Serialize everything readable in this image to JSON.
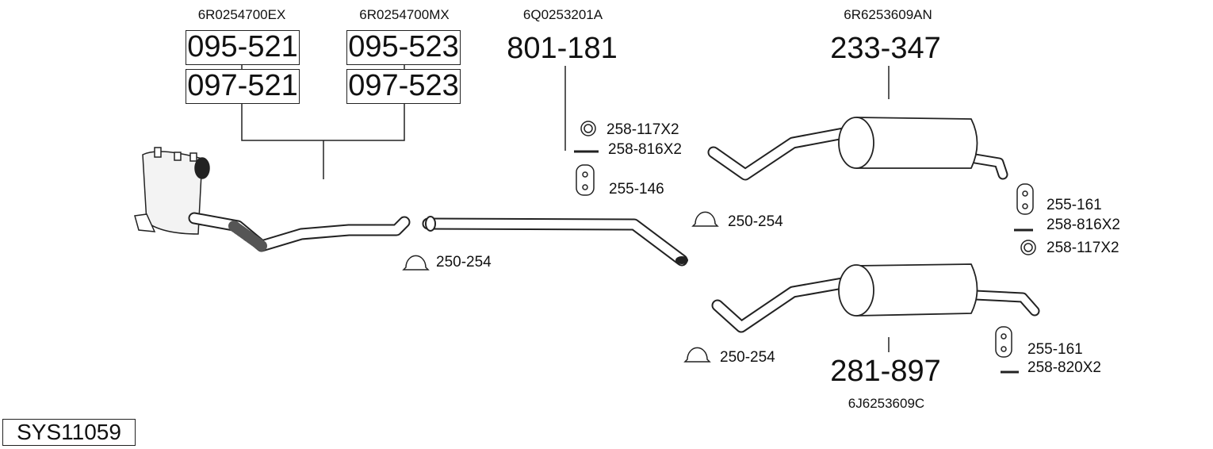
{
  "oem_numbers": {
    "dpf_ex": "6R0254700EX",
    "dpf_mx": "6R0254700MX",
    "middle_pipe": "6Q0253201A",
    "rear_muffler_a": "6R6253609AN",
    "rear_muffler_b": "6J6253609C"
  },
  "part_numbers": {
    "dpf_a_1": "095-521",
    "dpf_a_2": "097-521",
    "dpf_b_1": "095-523",
    "dpf_b_2": "097-523",
    "middle_pipe": "801-181",
    "rear_muffler_a": "233-347",
    "rear_muffler_b": "281-897"
  },
  "accessories": {
    "ring_middle": "258-117X2",
    "bolt_middle": "258-816X2",
    "hanger_middle": "255-146",
    "clamp_front": "250-254",
    "clamp_middle": "250-254",
    "hanger_rear_a": "255-161",
    "bolt_rear_a": "258-816X2",
    "ring_rear_a": "258-117X2",
    "clamp_rear_b": "250-254",
    "hanger_rear_b": "255-161",
    "bolt_rear_b": "258-820X2"
  },
  "system_id": "SYS11059"
}
